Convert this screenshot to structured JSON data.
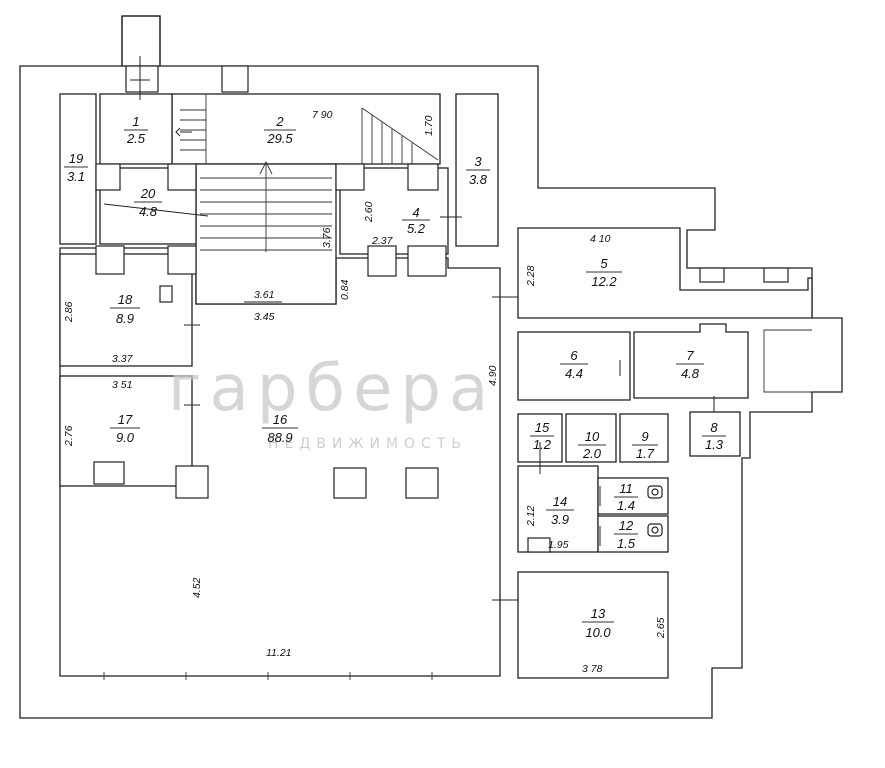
{
  "rooms": [
    {
      "id": "r1",
      "number": "1",
      "area": "2.5"
    },
    {
      "id": "r2",
      "number": "2",
      "area": "29.5"
    },
    {
      "id": "r3",
      "number": "3",
      "area": "3.8"
    },
    {
      "id": "r4",
      "number": "4",
      "area": "5.2"
    },
    {
      "id": "r5",
      "number": "5",
      "area": "12.2"
    },
    {
      "id": "r6",
      "number": "6",
      "area": "4.4"
    },
    {
      "id": "r7",
      "number": "7",
      "area": "4.8"
    },
    {
      "id": "r8",
      "number": "8",
      "area": "1.3"
    },
    {
      "id": "r9",
      "number": "9",
      "area": "1.7"
    },
    {
      "id": "r10",
      "number": "10",
      "area": "2.0"
    },
    {
      "id": "r11",
      "number": "11",
      "area": "1.4"
    },
    {
      "id": "r12",
      "number": "12",
      "area": "1.5"
    },
    {
      "id": "r13",
      "number": "13",
      "area": "10.0"
    },
    {
      "id": "r14",
      "number": "14",
      "area": "3.9"
    },
    {
      "id": "r15",
      "number": "15",
      "area": "1.2"
    },
    {
      "id": "r16",
      "number": "16",
      "area": "88.9"
    },
    {
      "id": "r17",
      "number": "17",
      "area": "9.0"
    },
    {
      "id": "r18",
      "number": "18",
      "area": "8.9"
    },
    {
      "id": "r19",
      "number": "19",
      "area": "3.1"
    },
    {
      "id": "r20",
      "number": "20",
      "area": "4.8"
    }
  ],
  "dimensions": {
    "d790": "7 90",
    "d170": "1.70",
    "d260": "2.60",
    "d237": "2.37",
    "d376": "3.76",
    "d084": "0.84",
    "d361": "3.61",
    "d345": "3.45",
    "d410": "4 10",
    "d228": "2.28",
    "d286": "2.86",
    "d337": "3.37",
    "d351": "3 51",
    "d276": "2.76",
    "d490": "4.90",
    "d212": "2.12",
    "d195": "1.95",
    "d452": "4.52",
    "d1121": "11.21",
    "d265": "2.65",
    "d378": "3 78"
  },
  "watermark": {
    "logo": "гарбера",
    "sub": "НЕДВИЖИМОСТЬ"
  }
}
